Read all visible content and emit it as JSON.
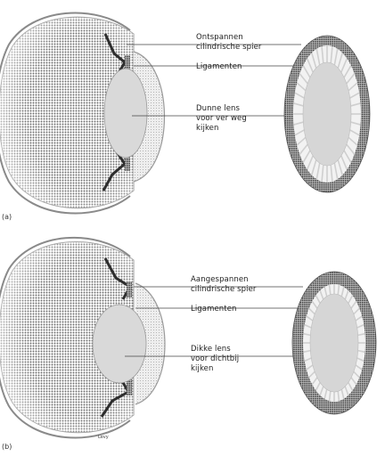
{
  "panel_a": {
    "tag": "(a)",
    "labels": {
      "muscle_l1": "Ontspannen",
      "muscle_l2": "cilindrische spier",
      "ligaments": "Ligamenten",
      "lens_l1": "Dunne lens",
      "lens_l2": "voor ver weg",
      "lens_l3": "kijken"
    }
  },
  "panel_b": {
    "tag": "(b)",
    "labels": {
      "muscle_l1": "Aangespannen",
      "muscle_l2": "cilindrische spier",
      "ligaments": "Ligamenten",
      "lens_l1": "Dikke lens",
      "lens_l2": "voor dichtbij",
      "lens_l3": "kijken"
    }
  },
  "signature": "Levy",
  "colors": {
    "stipple": "#6e6e6e",
    "ring": "#5a5a5a",
    "lens": "#d9d9d9",
    "line": "#444444"
  }
}
